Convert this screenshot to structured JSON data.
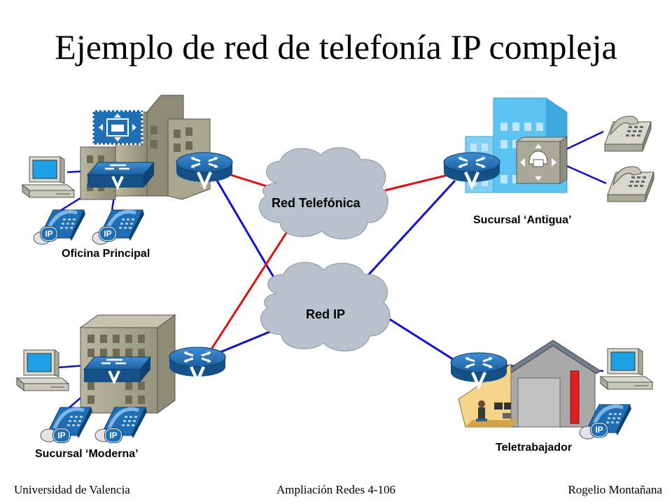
{
  "slide": {
    "title": "Ejemplo de red de telefonía IP compleja"
  },
  "clouds": {
    "telefonica": "Red Telefónica",
    "ip": "Red IP"
  },
  "sites": {
    "principal": "Oficina Principal",
    "antigua": "Sucursal ‘Antigua’",
    "moderna": "Sucursal ‘Moderna’",
    "teletrabajador": "Teletrabajador"
  },
  "badges": {
    "ip_phone": "IP",
    "voice_router": "V"
  },
  "footer": {
    "left": "Universidad de Valencia",
    "center": "Ampliación Redes 4-106",
    "right": "Rogelio Montañana"
  },
  "colors": {
    "pstn_link": "#e01010",
    "ip_link": "#1010d0",
    "device_blue": "#1e6fb5",
    "cloud": "#b9c2cc"
  }
}
